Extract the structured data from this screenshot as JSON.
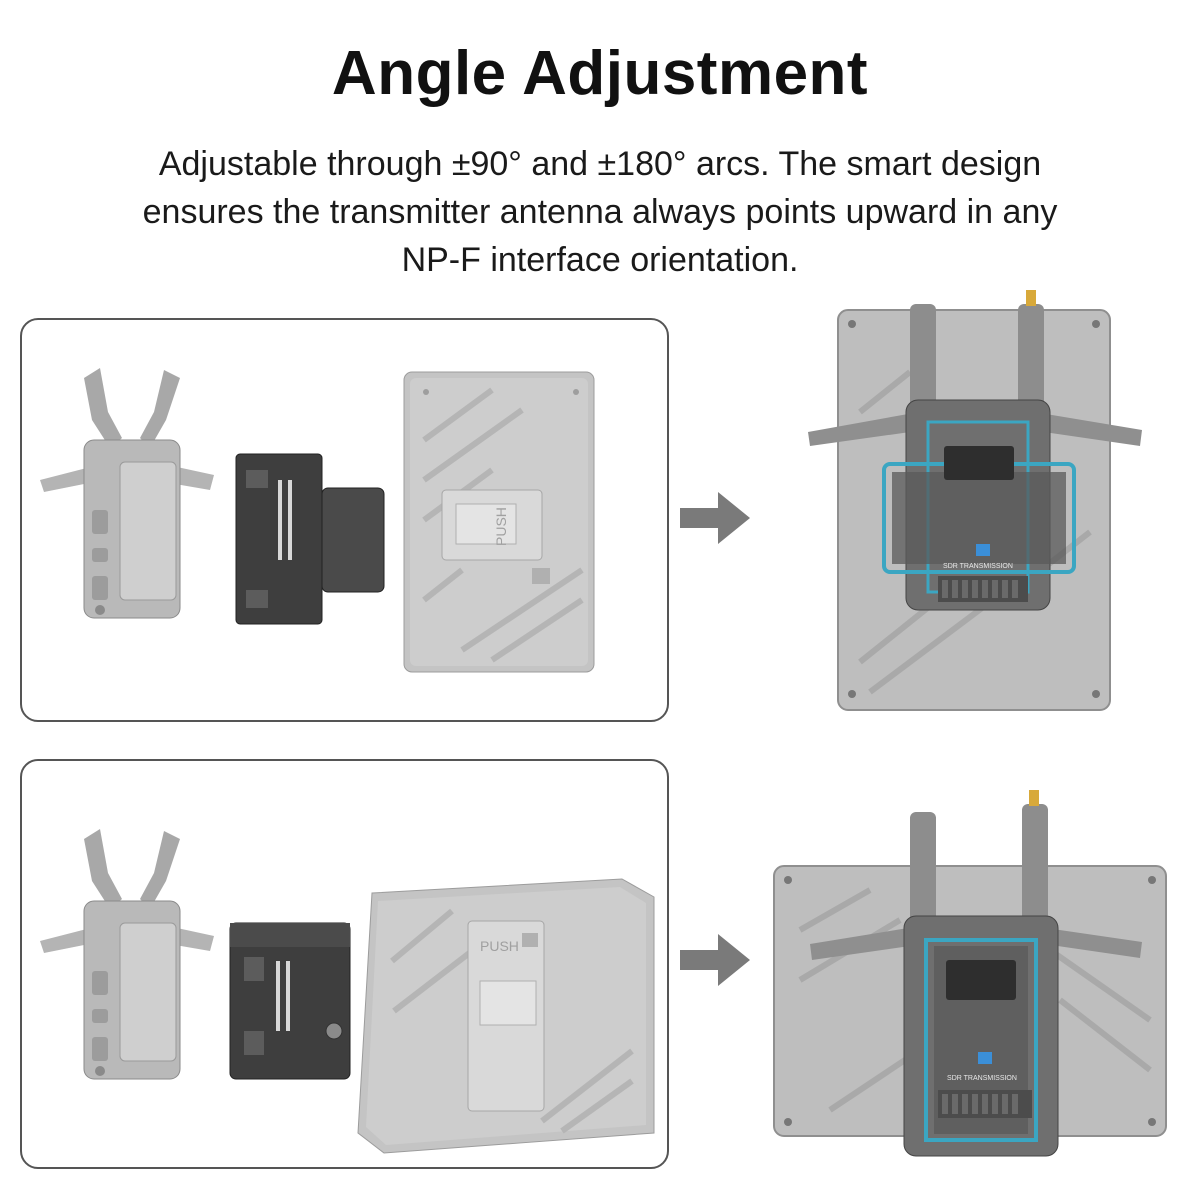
{
  "headline": "Angle Adjustment",
  "description": {
    "lines": [
      "Adjustable through ±90° and ±180° arcs. The smart design",
      "ensures the transmitter antenna always points upward in any",
      "NP-F interface orientation."
    ]
  },
  "colors": {
    "device_gray": "#bdbdbd",
    "plate_dark": "#3c3c3c",
    "arrow": "#7a7a7a",
    "highlight": "#3ba6c2"
  },
  "scenes": [
    {
      "orientation": "vertical-monitor",
      "plate_label": "SDR TRANSMISSION",
      "monitor_text": "PUSH"
    },
    {
      "orientation": "horizontal-monitor",
      "plate_label": "SDR TRANSMISSION",
      "monitor_text": "PUSH"
    }
  ]
}
